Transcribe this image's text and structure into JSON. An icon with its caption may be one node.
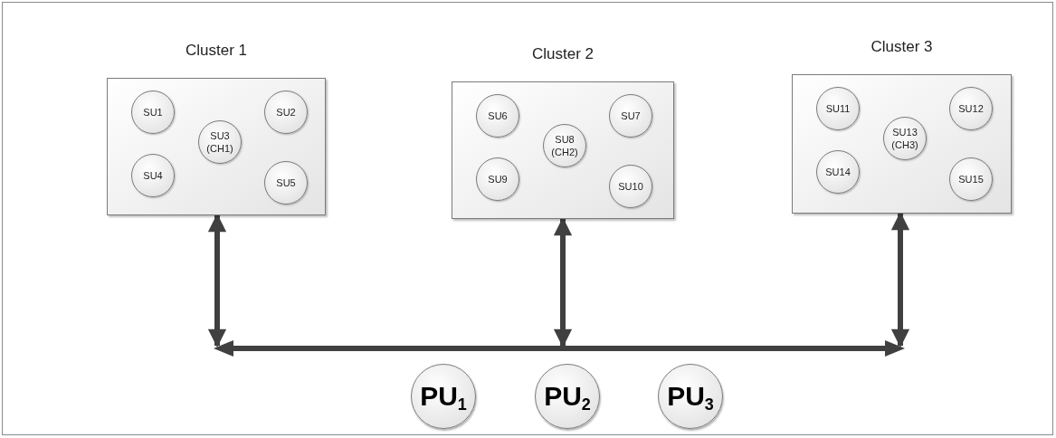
{
  "diagram": {
    "nodes": [
      {
        "text": [
          "Cluster 1"
        ]
      },
      {
        "text": [
          "SU1"
        ],
        "in": 0
      },
      {
        "text": [
          "SU2"
        ],
        "in": 0
      },
      {
        "text": [
          "SU3 (CH1)"
        ],
        "in": 0
      },
      {
        "text": [
          "SU4"
        ],
        "in": 0
      },
      {
        "text": [
          "SU5"
        ],
        "in": 0
      },
      {
        "text": [
          "Cluster 2"
        ]
      },
      {
        "text": [
          "SU6"
        ],
        "in": 6
      },
      {
        "text": [
          "SU7"
        ],
        "in": 6
      },
      {
        "text": [
          "SU8 (CH2)"
        ],
        "in": 6
      },
      {
        "text": [
          "SU9"
        ],
        "in": 6
      },
      {
        "text": [
          "SU10"
        ],
        "in": 6
      },
      {
        "text": [
          "Cluster 3"
        ]
      },
      {
        "text": [
          "SU11"
        ],
        "in": 12
      },
      {
        "text": [
          "SU12"
        ],
        "in": 12
      },
      {
        "text": [
          "SU13 (CH3)"
        ],
        "in": 12
      },
      {
        "text": [
          "SU14"
        ],
        "in": 12
      },
      {
        "text": [
          "SU15"
        ],
        "in": 12
      },
      {
        "text": [],
        "shape": "bar"
      },
      {
        "text": [
          "PU$_{1}$"
        ]
      },
      {
        "text": [
          "PU$_{2}$"
        ]
      },
      {
        "text": [
          "PU$_{3}$"
        ]
      }
    ],
    "edges": [
      {
        "from": 0,
        "to": 18,
        "arrow": "both"
      },
      {
        "from": 6,
        "to": 18,
        "arrow": "both"
      },
      {
        "from": 12,
        "to": 18,
        "arrow": "both"
      }
    ]
  }
}
